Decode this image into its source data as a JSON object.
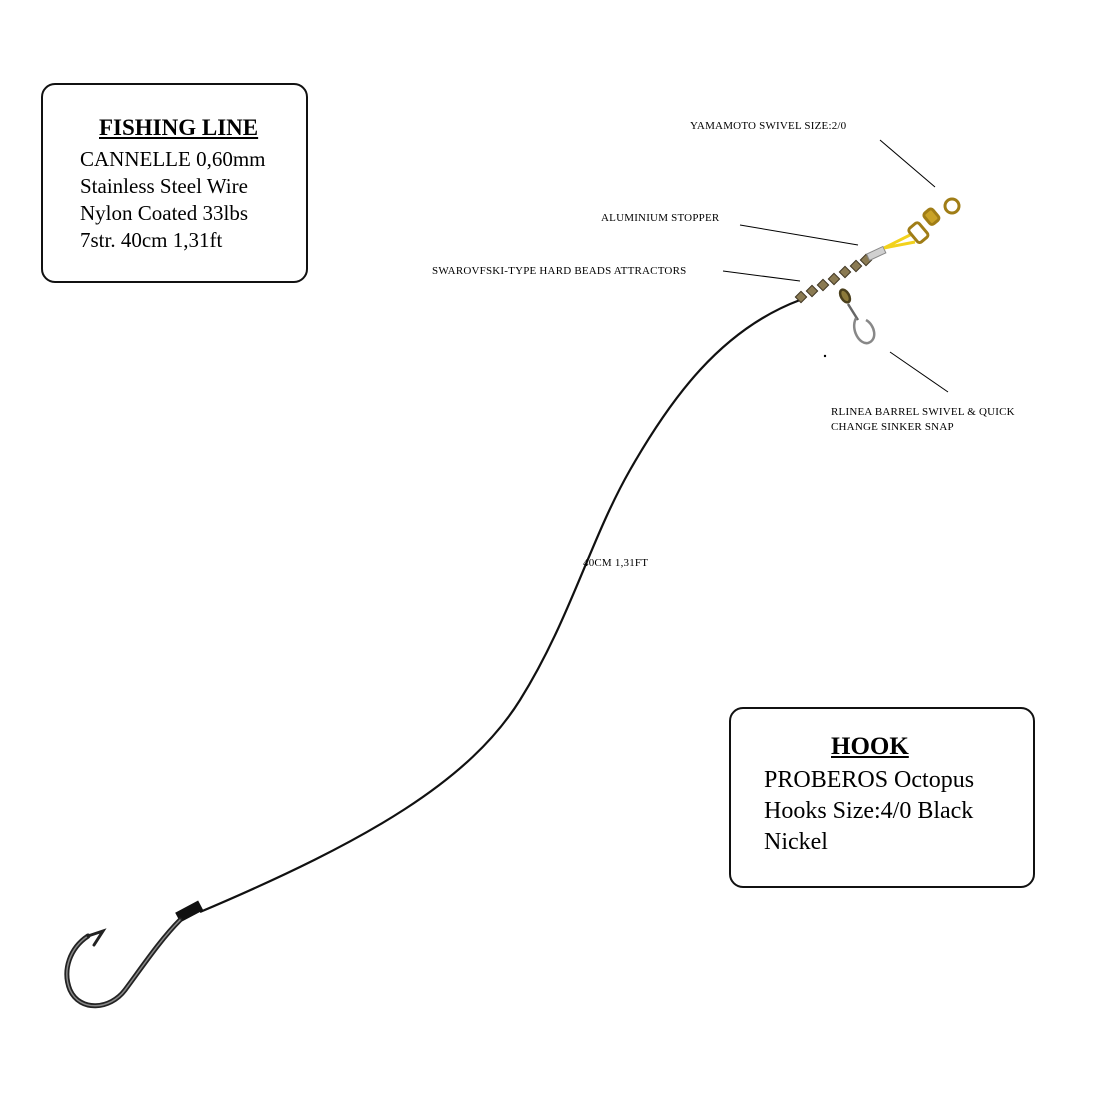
{
  "fishing_line_box": {
    "title": "FISHING LINE",
    "lines": [
      "CANNELLE 0,60mm",
      "Stainless Steel Wire",
      "Nylon Coated 33lbs",
      "7str. 40cm 1,31ft"
    ]
  },
  "hook_box": {
    "title": "HOOK",
    "text": "PROBEROS Octopus\nHooks Size:4/0 Black\nNickel"
  },
  "callouts": {
    "yamamoto": "YAMAMOTO SWIVEL SIZE:2/0",
    "stopper": "ALUMINIUM STOPPER",
    "beads": "SWAROVFSKI-TYPE HARD BEADS ATTRACTORS",
    "rlinea": "RLINEA BARREL SWIVEL & QUICK\nCHANGE SINKER SNAP",
    "length": "40CM 1,31FT"
  },
  "colors": {
    "line": "#111111",
    "swivel_gold": "#c9a227",
    "loop_yellow": "#f2d21c",
    "bead": "#8a7a52",
    "stopper": "#c8c8c8"
  }
}
